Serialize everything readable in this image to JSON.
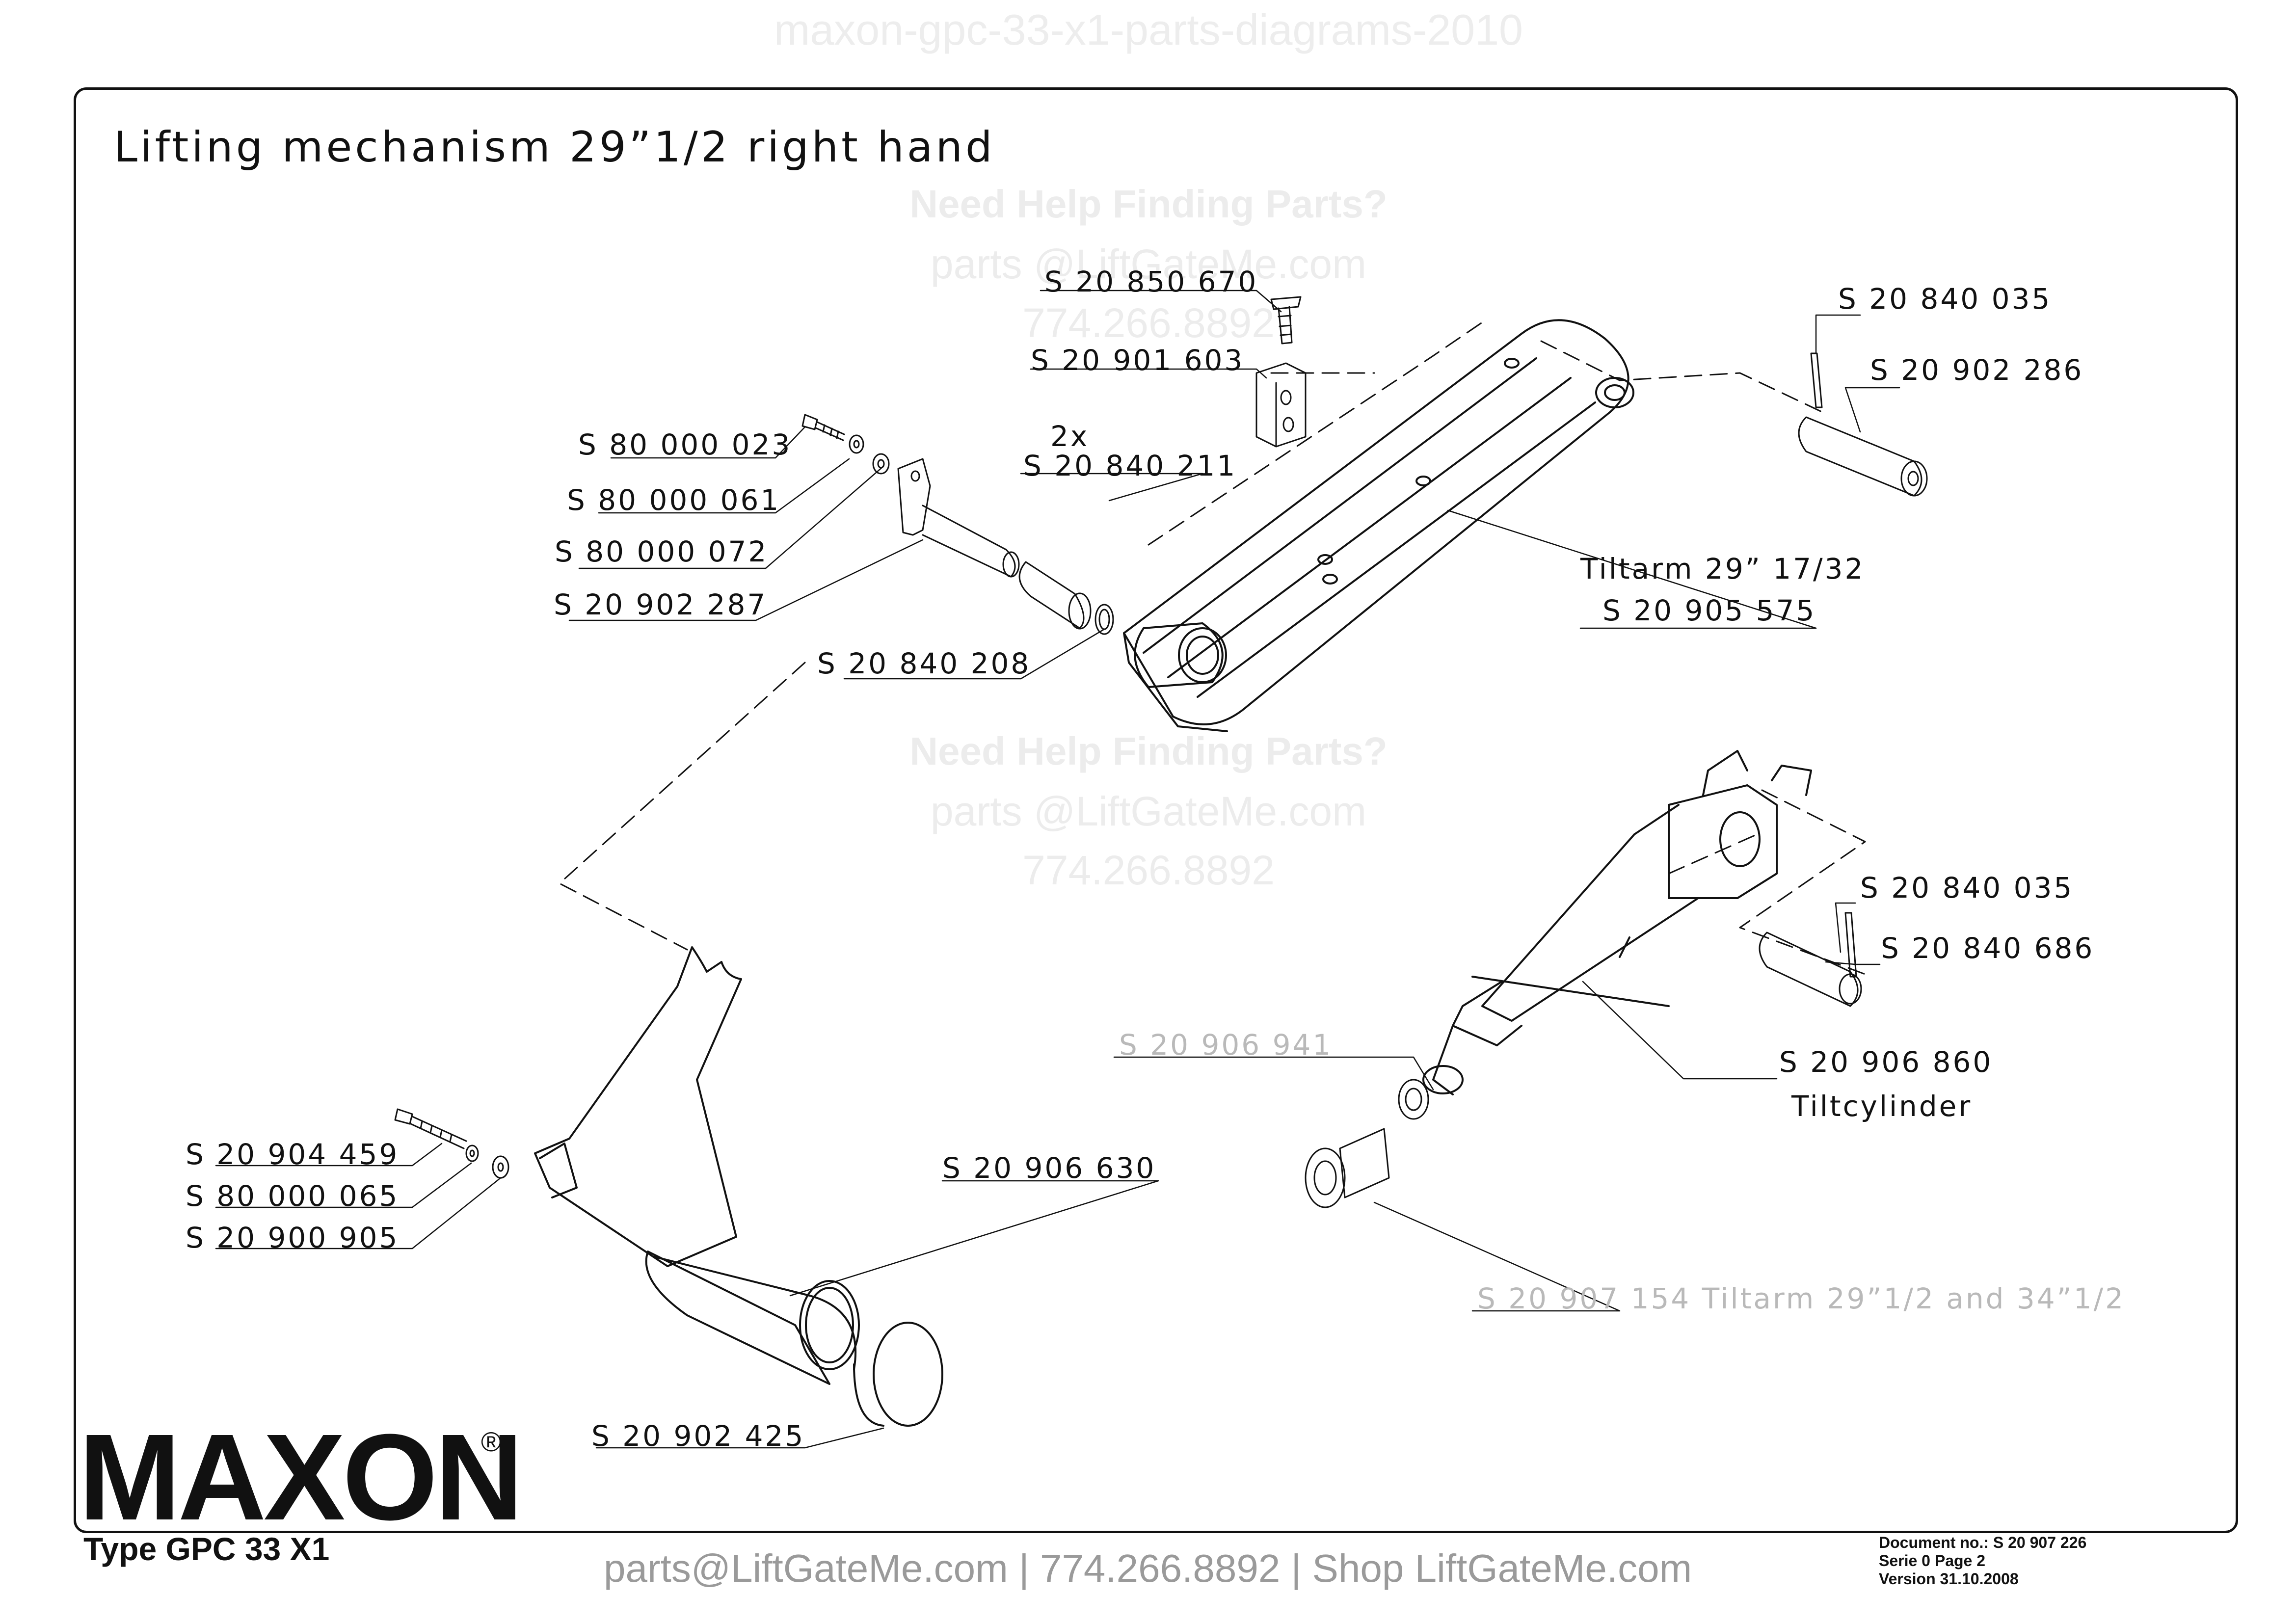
{
  "header": {
    "doc_name": "maxon-gpc-33-x1-parts-diagrams-2010",
    "title": "Lifting mechanism 29”1/2 right hand"
  },
  "watermark": {
    "line1": "Need Help Finding Parts?",
    "line2": "parts @LiftGateMe.com",
    "line3": "774.266.8892"
  },
  "parts": {
    "p1": "S 20 850 670",
    "p2": "S 20 901 603",
    "p3": "S 20 840 035",
    "p4": "S 20 902 286",
    "p5": "S 80 000 023",
    "p6_qty": "2x",
    "p6": "S 20 840 211",
    "p7": "S 80 000 061",
    "p8": "S 80 000 072",
    "p9_desc": "Tiltarm 29” 17/32",
    "p9": "S 20 905 575",
    "p10": "S 20 902 287",
    "p11": "S 20 840 208",
    "p12": "S 20 840 035",
    "p13": "S 20 840 686",
    "p14": "S 20 906 941",
    "p15": "S 20 906 860",
    "p15_desc": "Tiltcylinder",
    "p16": "S 20 904 459",
    "p17": "S 20 906 630",
    "p18": "S 80 000 065",
    "p19": "S 20 900 905",
    "p20": "S 20 907 154 Tiltarm 29”1/2 and 34”1/2",
    "p21": "S 20 902 425"
  },
  "brand": {
    "logo": "MAXON",
    "reg": "®",
    "type": "Type GPC 33 X1"
  },
  "footer": {
    "contact": "parts@LiftGateMe.com | 774.266.8892 | Shop LiftGateMe.com",
    "doc_no": "Document no.:  S 20 907 226",
    "serie": "Serie  0  Page  2",
    "version": "Version  31.10.2008"
  },
  "colors": {
    "line": "#111111",
    "gray_part": "#b9b9b9",
    "watermark": "#ececec",
    "footer_text": "#9a9a9a"
  }
}
